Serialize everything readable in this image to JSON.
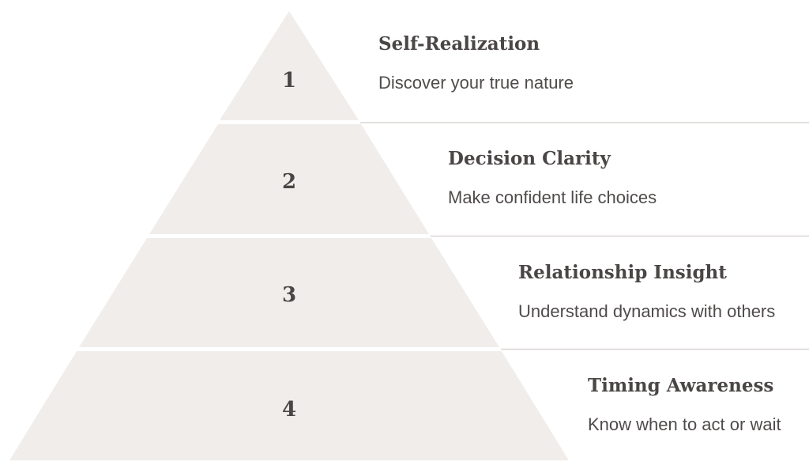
{
  "pyramid": {
    "levels": [
      {
        "number": "1",
        "title": "Self-Realization",
        "description": "Discover your true nature"
      },
      {
        "number": "2",
        "title": "Decision Clarity",
        "description": "Make confident life choices"
      },
      {
        "number": "3",
        "title": "Relationship Insight",
        "description": "Understand dynamics with others"
      },
      {
        "number": "4",
        "title": "Timing Awareness",
        "description": "Know when to act or wait"
      }
    ],
    "colors": {
      "segment_fill": "#f0edeb",
      "divider": "#d9d6d4",
      "text": "#4a4645"
    }
  }
}
